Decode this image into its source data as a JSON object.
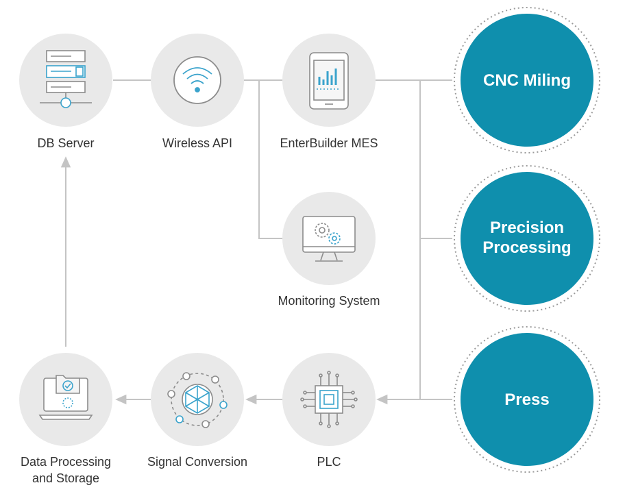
{
  "colors": {
    "node_fill": "#e9e9e9",
    "connector": "#c4c4c4",
    "machine_fill": "#0f8fad",
    "machine_ring": "#9a9a9a",
    "icon_stroke": "#8c8c8c",
    "icon_accent": "#3aa3cc",
    "label_text": "#333333"
  },
  "nodes": {
    "db_server": {
      "label": "DB Server",
      "icon": "server-rack-icon"
    },
    "wireless_api": {
      "label": "Wireless API",
      "icon": "wifi-icon"
    },
    "enterbuilder_mes": {
      "label": "EnterBuilder MES",
      "icon": "tablet-chart-icon"
    },
    "monitoring_system": {
      "label": "Monitoring System",
      "icon": "monitor-gears-icon"
    },
    "plc": {
      "label": "PLC",
      "icon": "chip-icon"
    },
    "signal_conversion": {
      "label": "Signal Conversion",
      "icon": "cycle-hexagon-icon"
    },
    "data_processing": {
      "label_line1": "Data Processing",
      "label_line2": "and Storage",
      "icon": "laptop-folder-icon"
    }
  },
  "machines": {
    "cnc": {
      "label": "CNC Miling"
    },
    "precision": {
      "label_line1": "Precision",
      "label_line2": "Processing"
    },
    "press": {
      "label": "Press"
    }
  }
}
